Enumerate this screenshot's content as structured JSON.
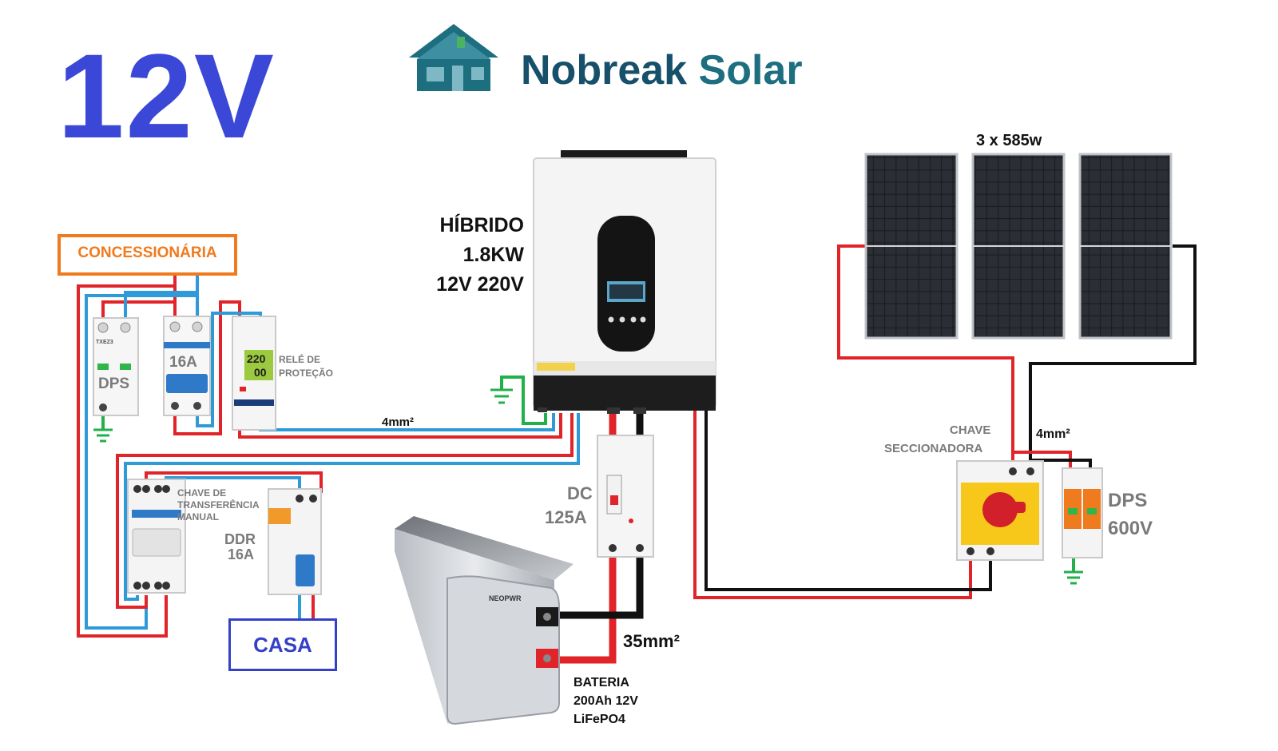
{
  "title": "12V",
  "brand": {
    "word1": "Nobreak",
    "word2": "Solar"
  },
  "panels": {
    "label": "3 x 585w"
  },
  "inverter": {
    "line1": "HÍBRIDO",
    "line2": "1.8KW",
    "line3": "12V 220V"
  },
  "utility": {
    "label": "CONCESSIONÁRIA"
  },
  "dps_ac": {
    "label": "DPS",
    "module_text": "TXEZ3"
  },
  "breaker_ac": {
    "label": "16A"
  },
  "relay": {
    "label_line1": "RELÉ DE",
    "label_line2": "PROTEÇÃO",
    "display_top": "220",
    "display_bottom": "00"
  },
  "wire_ac": {
    "label": "4mm²"
  },
  "transfer_switch": {
    "line1": "CHAVE DE",
    "line2": "TRANSFERÊNCIA",
    "line3": "MANUAL"
  },
  "rcd": {
    "line1": "DDR",
    "line2": "16A"
  },
  "house": {
    "label": "CASA"
  },
  "dc_breaker": {
    "line1": "DC",
    "line2": "125A"
  },
  "battery": {
    "line1": "BATERIA",
    "line2": "200Ah 12V",
    "line3": "LiFePO4",
    "brand": "NEOPWR"
  },
  "wire_battery": {
    "label": "35mm²"
  },
  "pv_switch": {
    "line1": "CHAVE",
    "line2": "SECCIONADORA"
  },
  "wire_pv": {
    "label": "4mm²"
  },
  "dps_pv": {
    "line1": "DPS",
    "line2": "600V"
  },
  "colors": {
    "red": "#e0242a",
    "black": "#111111",
    "blue": "#2f9ad8",
    "green": "#22b04a",
    "orange": "#f07a1e",
    "title_blue": "#3b47d6",
    "brand_navy": "#17506a"
  }
}
